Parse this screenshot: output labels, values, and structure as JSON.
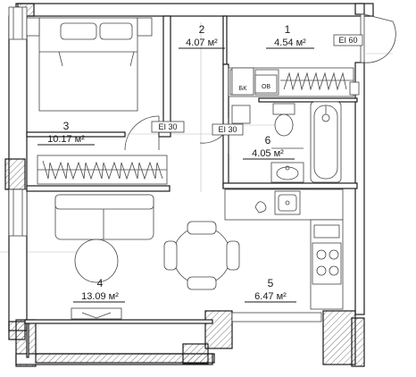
{
  "rooms": [
    {
      "number": "1",
      "area": "4.54 м²"
    },
    {
      "number": "2",
      "area": "4.07 м²"
    },
    {
      "number": "3",
      "area": "10.17 м²"
    },
    {
      "number": "4",
      "area": "13.09 м²"
    },
    {
      "number": "5",
      "area": "6.47 м²"
    },
    {
      "number": "6",
      "area": "4.05 м²"
    }
  ],
  "fire_ratings": {
    "entrance": "EI 60",
    "bedroom": "EI 30",
    "bathroom": "EI 30"
  },
  "appliances": {
    "boiler": "БК",
    "meter": "OB"
  }
}
